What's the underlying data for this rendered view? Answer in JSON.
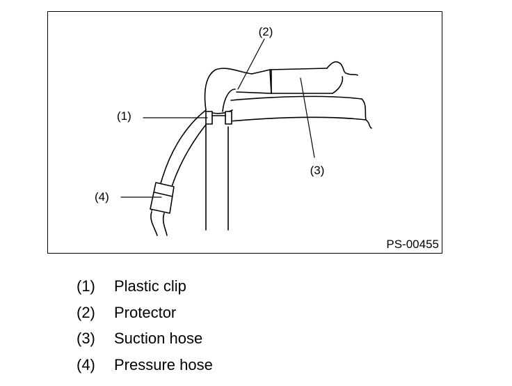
{
  "figure": {
    "id": "PS-00455",
    "callouts": [
      "(1)",
      "(2)",
      "(3)",
      "(4)"
    ]
  },
  "legend": [
    {
      "num": "(1)",
      "label": "Plastic clip"
    },
    {
      "num": "(2)",
      "label": "Protector"
    },
    {
      "num": "(3)",
      "label": "Suction hose"
    },
    {
      "num": "(4)",
      "label": "Pressure hose"
    }
  ]
}
